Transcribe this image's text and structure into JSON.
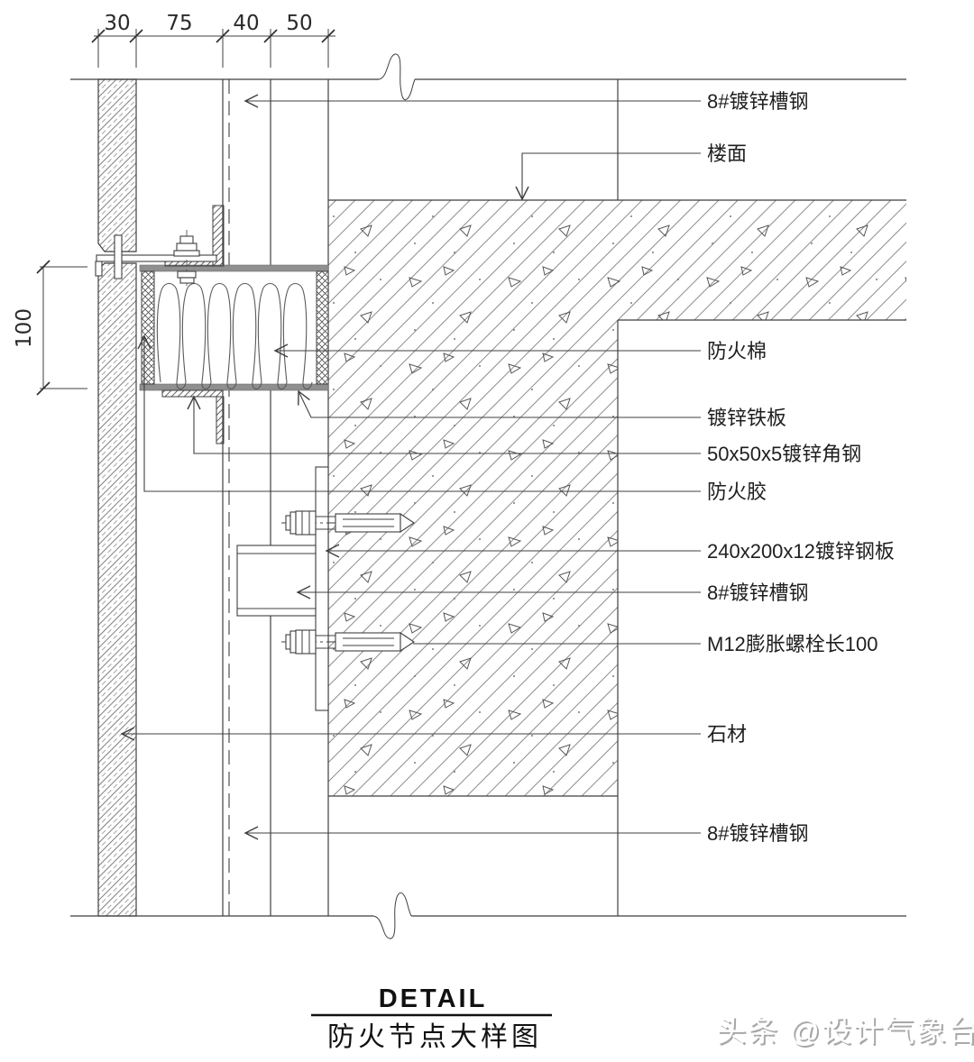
{
  "drawing": {
    "type": "architectural-fireproof-node-detail",
    "title": {
      "primary": "DETAIL",
      "secondary": "防火节点大样图"
    },
    "watermark": {
      "text": "头条 @设计气象台"
    },
    "dimensions": {
      "top": [
        {
          "value": "30"
        },
        {
          "value": "75"
        },
        {
          "value": "40"
        },
        {
          "value": "50"
        }
      ],
      "left": [
        {
          "value": "100"
        }
      ]
    },
    "callouts": [
      {
        "text": "8#镀锌槽钢"
      },
      {
        "text": "楼面"
      },
      {
        "text": "防火棉"
      },
      {
        "text": "镀锌铁板"
      },
      {
        "text": "50x50x5镀锌角钢"
      },
      {
        "text": "防火胶"
      },
      {
        "text": "240x200x12镀锌钢板"
      },
      {
        "text": "8#镀锌槽钢"
      },
      {
        "text": "M12膨胀螺栓长100"
      },
      {
        "text": "石材"
      },
      {
        "text": "8#镀锌槽钢"
      }
    ],
    "colors": {
      "line": "#3f3f3f",
      "hatch": "#8c8c8c",
      "plate_gray": "#8f8f8f",
      "text": "#1f1f1f",
      "watermark": "#a8a8a8"
    }
  }
}
